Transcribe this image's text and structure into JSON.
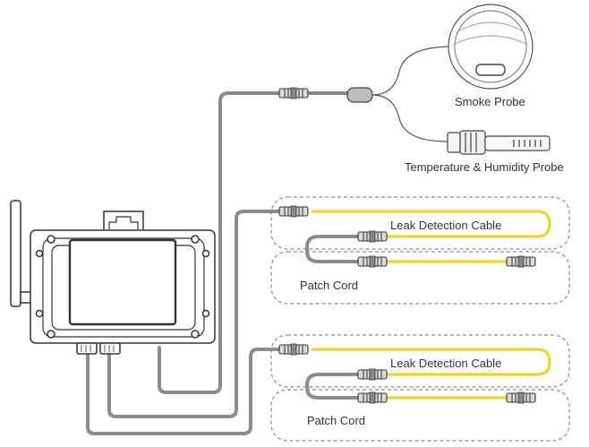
{
  "labels": {
    "smoke_probe": "Smoke Probe",
    "temp_humidity_probe": "Temperature & Humidity Probe",
    "leak_cable_1": "Leak Detection Cable",
    "patch_cord_1": "Patch Cord",
    "leak_cable_2": "Leak Detection Cable",
    "patch_cord_2": "Patch Cord"
  },
  "colors": {
    "cable_gray": "#8c8c8c",
    "leak_yellow": "#f2d51e",
    "outline": "#333333",
    "dashed_box": "#888888"
  }
}
